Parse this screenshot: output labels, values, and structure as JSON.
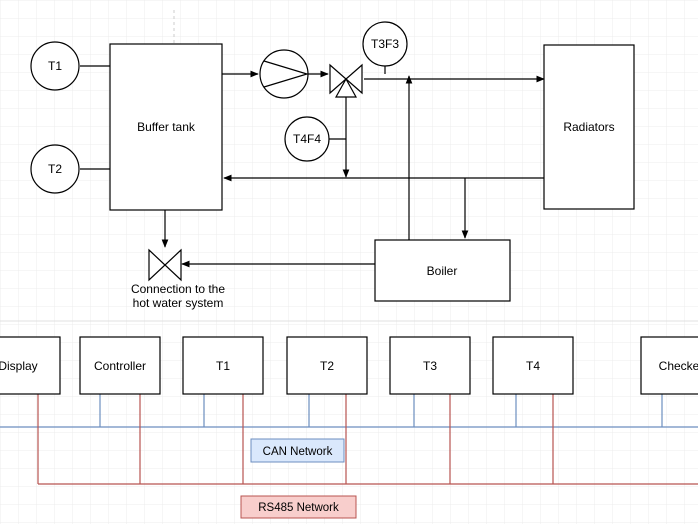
{
  "heating": {
    "sensor_t1": "T1",
    "sensor_t2": "T2",
    "sensor_t3f3": "T3F3",
    "sensor_t4f4": "T4F4",
    "buffer_tank": "Buffer tank",
    "radiators": "Radiators",
    "boiler": "Boiler",
    "hot_water_line1": "Connection to the",
    "hot_water_line2": "hot water system"
  },
  "network": {
    "devices": [
      "Display",
      "Controller",
      "T1",
      "T2",
      "T3",
      "T4",
      "Checker"
    ],
    "can_label": "CAN Network",
    "rs485_label": "RS485 Network"
  },
  "colors": {
    "line": "#000000",
    "grid": "#e6e6e6",
    "can_line": "#6c8ebf",
    "can_fill": "#dae8fc",
    "rs485_line": "#b85450",
    "rs485_fill": "#f8cecc"
  }
}
